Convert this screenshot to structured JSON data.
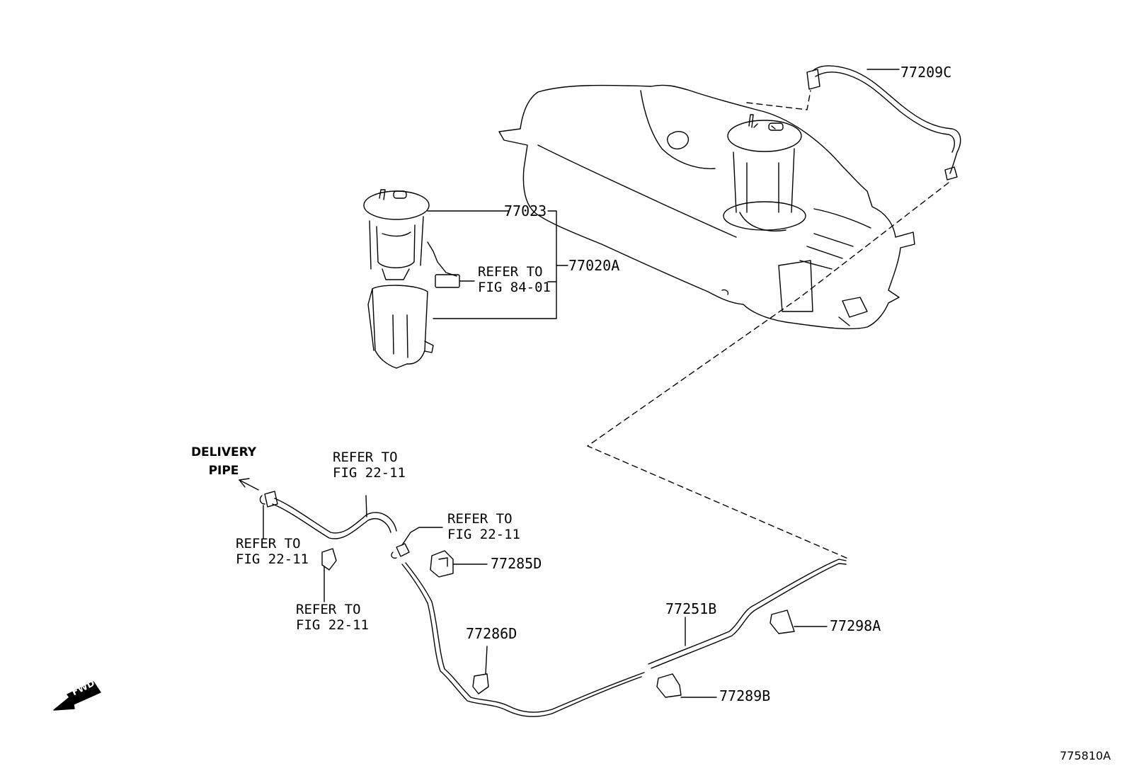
{
  "parts": {
    "p77209C": "77209C",
    "p77023": "77023",
    "p77020A": "77020A",
    "p77285D": "77285D",
    "p77251B": "77251B",
    "p77298A": "77298A",
    "p77286D": "77286D",
    "p77289B": "77289B"
  },
  "refs": {
    "ref_fuel_pump": [
      "REFER TO",
      "FIG 84-01"
    ],
    "ref_top": [
      "REFER TO",
      "FIG 22-11"
    ],
    "ref_left": [
      "REFER TO",
      "FIG 22-11"
    ],
    "ref_mid": [
      "REFER TO",
      "FIG 22-11"
    ],
    "ref_bottom": [
      "REFER TO",
      "FIG 22-11"
    ]
  },
  "delivery": [
    "DELIVERY",
    "PIPE"
  ],
  "fwd_label": "FWD",
  "figure_id": "775810A"
}
